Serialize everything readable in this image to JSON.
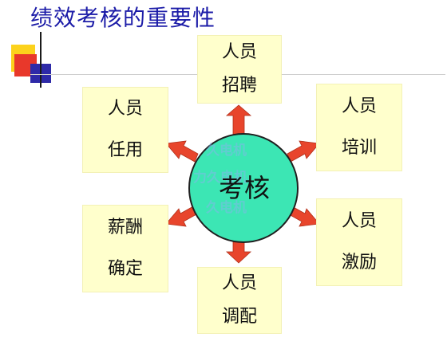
{
  "title": "绩效考核的重要性",
  "center": {
    "label": "考核"
  },
  "nodes": {
    "recruit": {
      "line1": "人员",
      "line2": "招聘"
    },
    "appoint": {
      "line1": "人员",
      "line2": "任用"
    },
    "train": {
      "line1": "人员",
      "line2": "培训"
    },
    "salary": {
      "line1": "薪酬",
      "line2": "确定"
    },
    "motivate": {
      "line1": "人员",
      "line2": "激励"
    },
    "transfer": {
      "line1": "人员",
      "line2": "调配"
    }
  },
  "watermark": {
    "line1": "久电机",
    "line2": "力久电机",
    "line3": "久电机"
  },
  "colors": {
    "title": "#1c1ca8",
    "node_fill": "#ffffcc",
    "circle_fill": "#3ce6b4",
    "arrow": "#e8452c",
    "watermark": "#7fb8e8"
  }
}
